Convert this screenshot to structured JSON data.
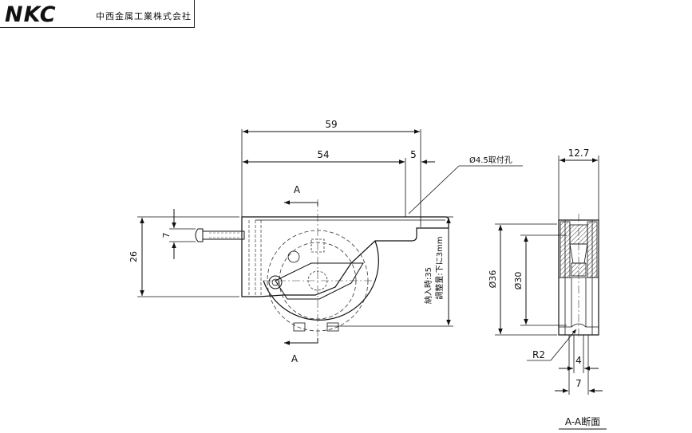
{
  "company": {
    "logo": "NKC",
    "name": "中西金属工業株式会社"
  },
  "front_view": {
    "dim_overall_width": "59",
    "dim_body_width": "54",
    "dim_offset": "5",
    "dim_height": "26",
    "dim_pin": "7",
    "hole_label": "Ø4.5取付孔",
    "section_mark_top": "A",
    "section_mark_bottom": "A",
    "install_note_1": "納入時:35",
    "install_note_2": "調整量:下に3mm"
  },
  "section_view": {
    "dim_width": "12.7",
    "dim_outer_dia": "Ø36",
    "dim_inner_dia": "Ø30",
    "dim_radius": "R2",
    "dim_groove": "4",
    "dim_bottom": "7",
    "title": "A-A断面"
  },
  "colors": {
    "line": "#111111",
    "hidden": "#333333"
  }
}
